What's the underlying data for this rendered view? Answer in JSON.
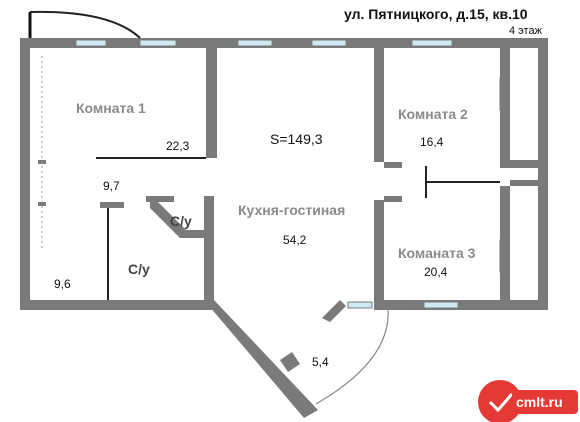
{
  "header": {
    "address": "ул. Пятницкого, д.15, кв.10",
    "floor": "4 этаж"
  },
  "total_area": "S=149,3",
  "rooms": [
    {
      "label": "Комната 1",
      "area": "22,3"
    },
    {
      "label": "Комната 2",
      "area": "16,4"
    },
    {
      "label": "Кухня-гостиная",
      "area": "54,2"
    },
    {
      "label": "Команата 3",
      "area": "20,4"
    }
  ],
  "service": {
    "hall_area": "9,7",
    "entry_area": "9,6",
    "bath1_label": "С/у",
    "bath2_label": "С/у",
    "balcony_area": "5,4"
  },
  "watermark": {
    "text": "cmlt.ru",
    "color": "#e53935"
  }
}
